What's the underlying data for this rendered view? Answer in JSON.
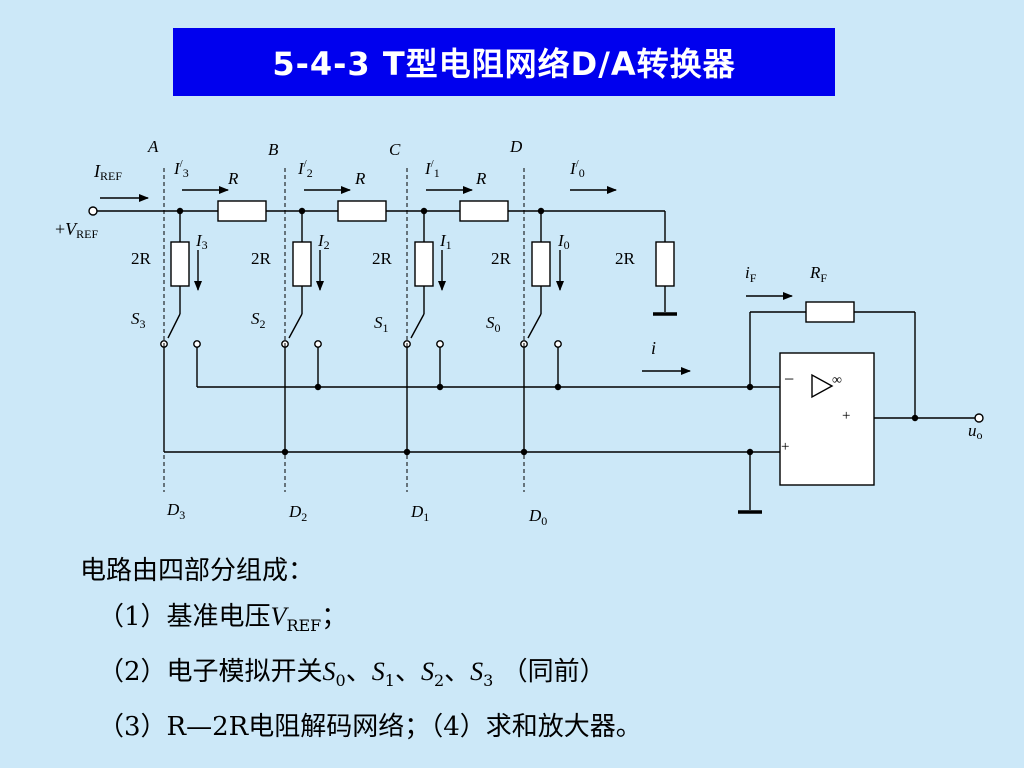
{
  "title": "5-4-3   T型电阻网络D/A转换器",
  "diagram": {
    "nodes": [
      "A",
      "B",
      "C",
      "D"
    ],
    "series_resistor": "R",
    "shunt_resistor": "2R",
    "branch_currents_prime": [
      {
        "base": "I",
        "sup": "/",
        "sub": "3"
      },
      {
        "base": "I",
        "sup": "/",
        "sub": "2"
      },
      {
        "base": "I",
        "sup": "/",
        "sub": "1"
      },
      {
        "base": "I",
        "sup": "/",
        "sub": "0"
      }
    ],
    "leg_currents": [
      {
        "base": "I",
        "sub": "3"
      },
      {
        "base": "I",
        "sub": "2"
      },
      {
        "base": "I",
        "sub": "1"
      },
      {
        "base": "I",
        "sub": "0"
      }
    ],
    "switches": [
      {
        "base": "S",
        "sub": "3"
      },
      {
        "base": "S",
        "sub": "2"
      },
      {
        "base": "S",
        "sub": "1"
      },
      {
        "base": "S",
        "sub": "0"
      }
    ],
    "data_inputs": [
      {
        "base": "D",
        "sub": "3"
      },
      {
        "base": "D",
        "sub": "2"
      },
      {
        "base": "D",
        "sub": "1"
      },
      {
        "base": "D",
        "sub": "0"
      }
    ],
    "iref": {
      "base": "I",
      "sub": "REF"
    },
    "vref": {
      "prefix": "+",
      "base": "V",
      "sub": "REF"
    },
    "feedback_current": {
      "base": "i",
      "sub": "F"
    },
    "feedback_resistor": {
      "base": "R",
      "sub": "F"
    },
    "sum_current": "i",
    "opamp_symbol": "▷∞",
    "opamp_minus": "−",
    "opamp_plus": "+",
    "opamp_out_plus": "+",
    "output": {
      "base": "u",
      "sub": "o"
    }
  },
  "body": {
    "intro": "电路由四部分组成：",
    "item1_prefix": "（1）基准电压",
    "item1_var": "V",
    "item1_sub": "REF",
    "item1_suffix": "；",
    "item2_prefix": "（2）电子模拟开关",
    "item2_vars": [
      {
        "base": "S",
        "sub": "0",
        "sep": "、"
      },
      {
        "base": "S",
        "sub": "1",
        "sep": "、"
      },
      {
        "base": "S",
        "sub": "2",
        "sep": "、"
      },
      {
        "base": "S",
        "sub": "3",
        "sep": ""
      }
    ],
    "item2_suffix": "（同前）",
    "item3": "（3）R—2R电阻解码网络；（4）求和放大器。"
  }
}
